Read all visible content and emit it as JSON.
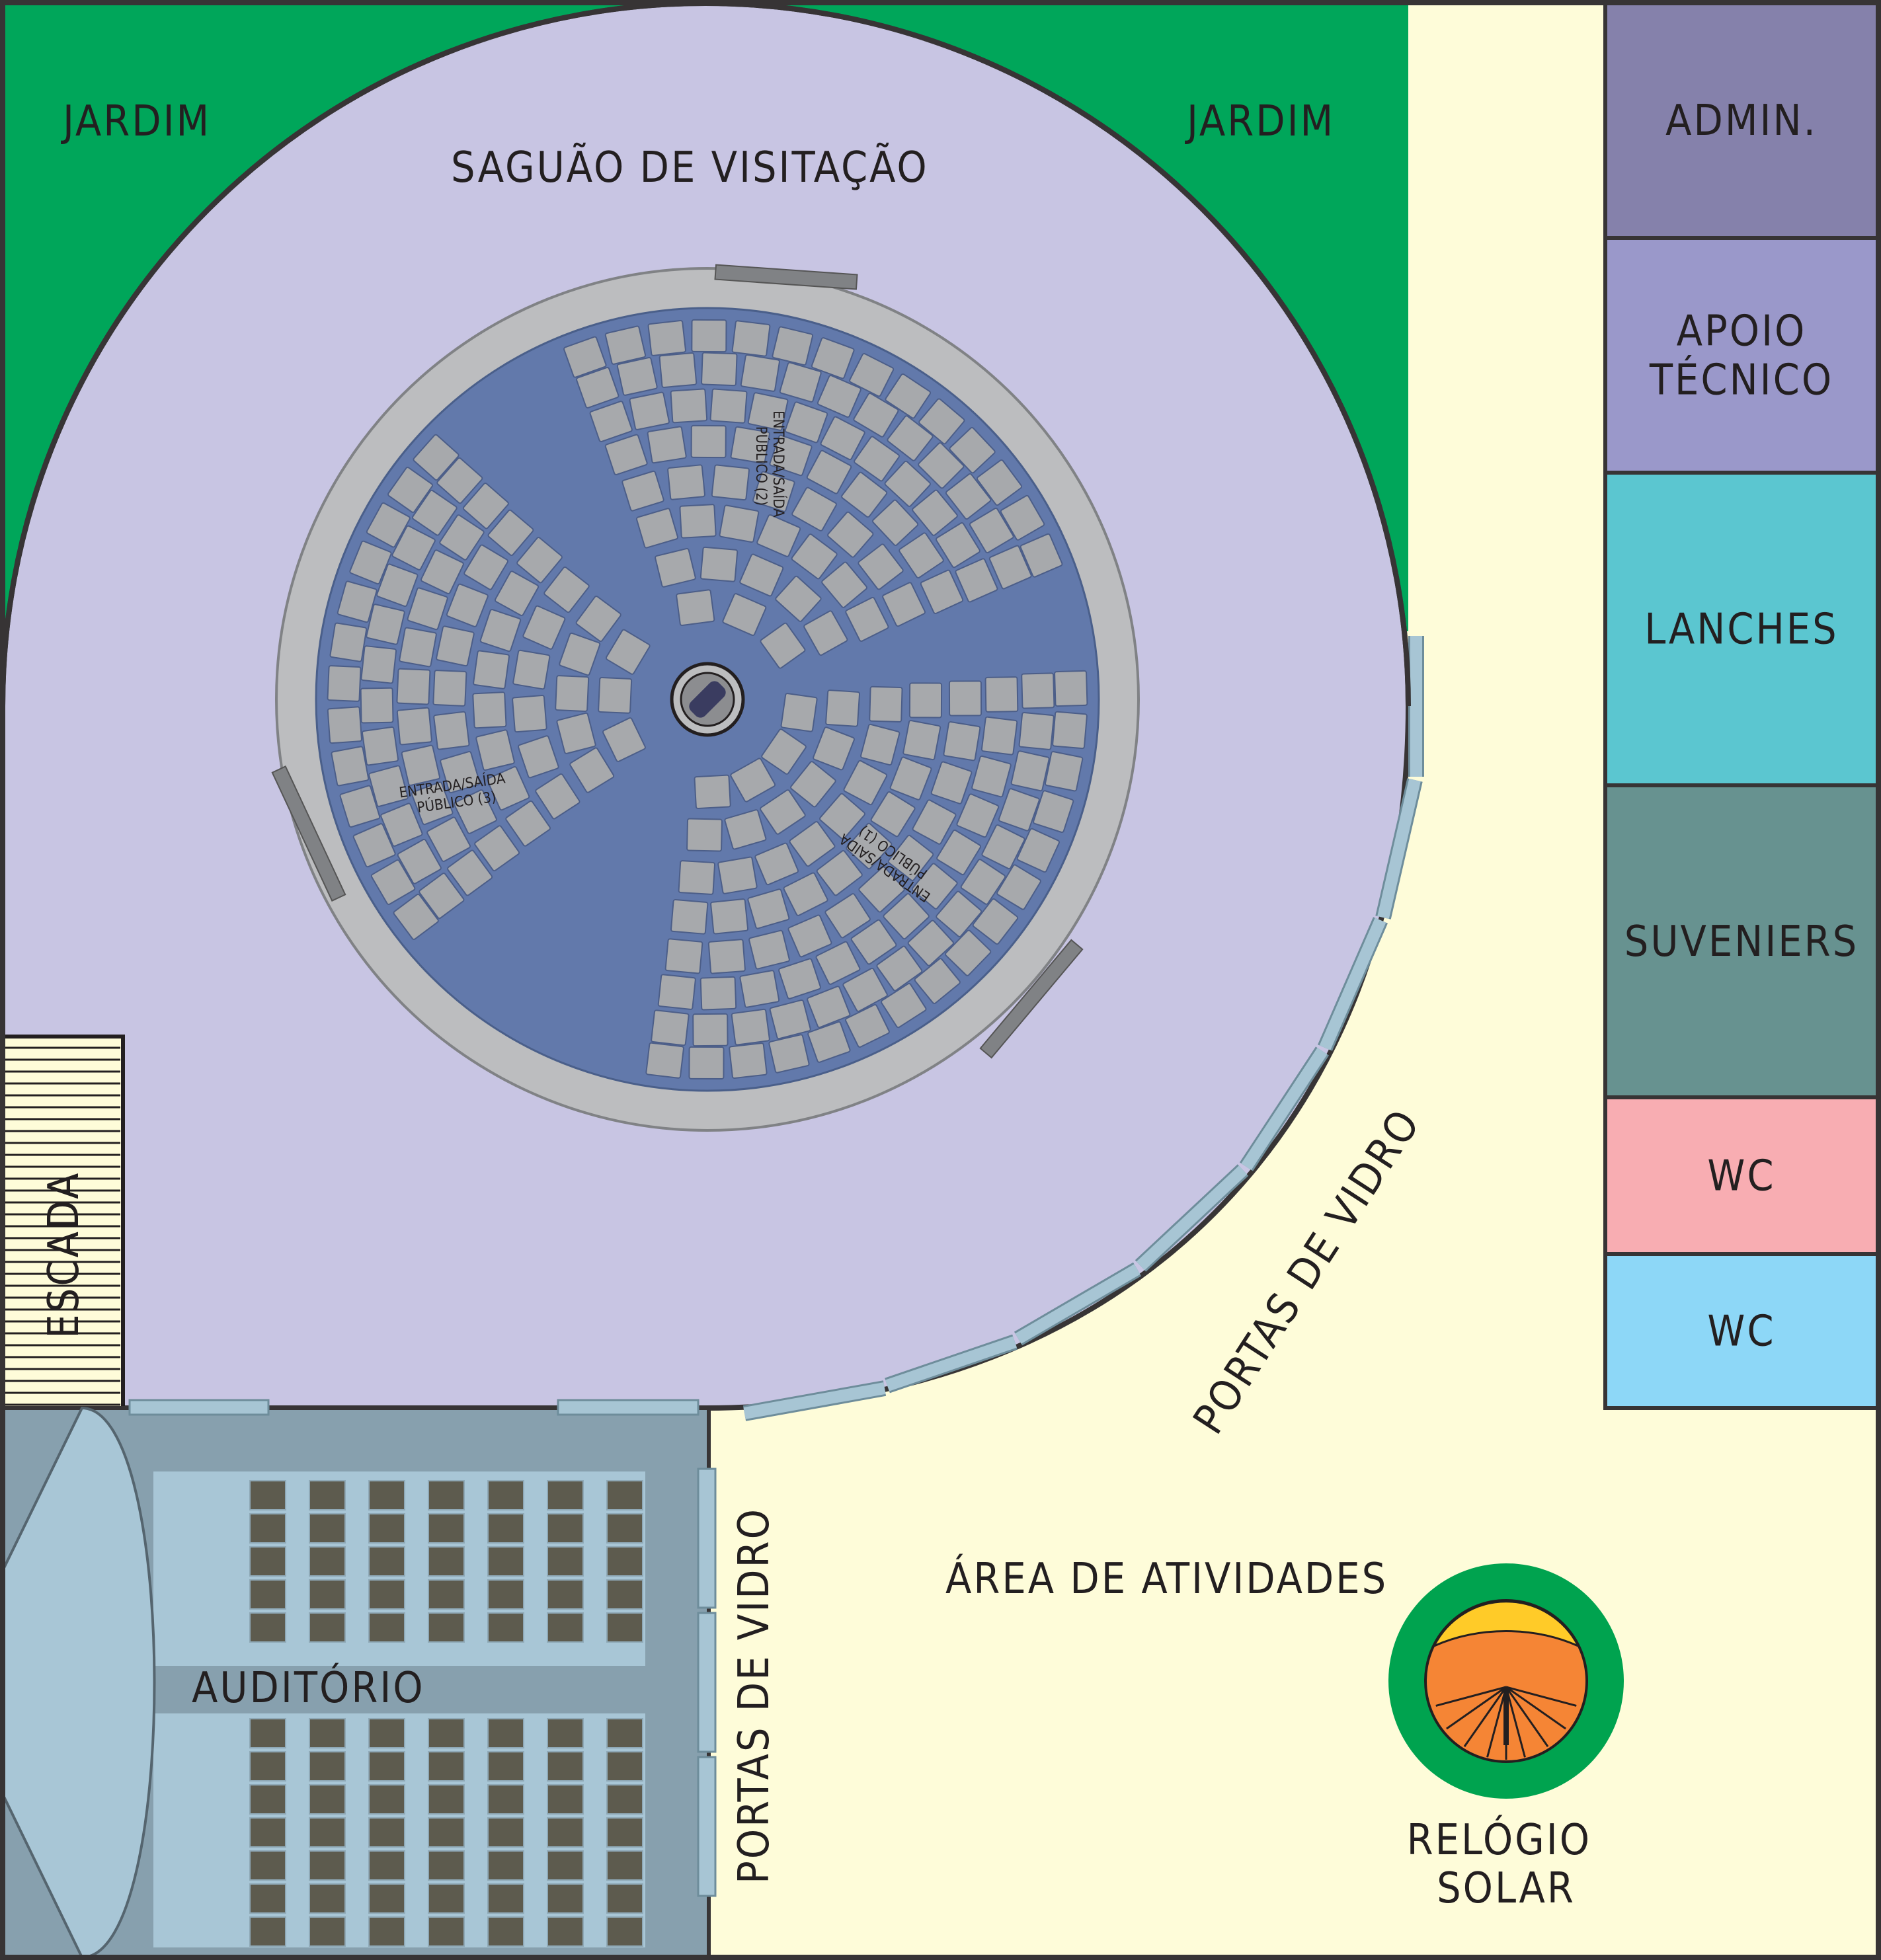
{
  "colors": {
    "outline": "#373435",
    "garden": "#00a65a",
    "hall": "#c8c5e3",
    "activity_area": "#fefcd9",
    "dome_ring": "#bcbdbf",
    "dome_floor": "#6279ab",
    "seat": "#a7a9ac",
    "door_dark": "#808285",
    "glass_door": "#a7c5d4",
    "auditorium_frame": "#87a0ae",
    "auditorium_floor": "#a8c6d6",
    "auditorium_seat": "#5d5b4e",
    "admin": "#8581ab",
    "tech_support": "#9a98ca",
    "snacks": "#5bc6d0",
    "souvenirs": "#679290",
    "wc_pink": "#f8adb2",
    "wc_blue": "#8dd7f7",
    "sundial_ring": "#00a34f",
    "sundial_top": "#ffcb28",
    "sundial_bottom": "#f58535",
    "stairs_fill": "#fefcd9"
  },
  "labels": {
    "garden_left": "JARDIM",
    "garden_right": "JARDIM",
    "hall": "SAGUÃO DE VISITAÇÃO",
    "entrance_1_line1": "ENTRADA/SAÍDA",
    "entrance_1_line2": "PÚBLICO (1)",
    "entrance_2_line1": "ENTRADA/SAÍDA",
    "entrance_2_line2": "PÚBLICO (2)",
    "entrance_3_line1": "ENTRADA/SAÍDA",
    "entrance_3_line2": "PÚBLICO (3)",
    "stairs": "ESCADA",
    "glass_doors_curve": "PORTAS DE VIDRO",
    "glass_doors_auditorium": "PORTAS DE VIDRO",
    "auditorium": "AUDITÓRIO",
    "activity_area": "ÁREA DE ATIVIDADES",
    "sundial_line1": "RELÓGIO",
    "sundial_line2": "SOLAR"
  },
  "rooms": [
    {
      "key": "admin",
      "lines": [
        "ADMIN."
      ],
      "color_key": "admin"
    },
    {
      "key": "tech_support",
      "lines": [
        "APOIO",
        "TÉCNICO"
      ],
      "color_key": "tech_support"
    },
    {
      "key": "snacks",
      "lines": [
        "LANCHES"
      ],
      "color_key": "snacks"
    },
    {
      "key": "souvenirs",
      "lines": [
        "SUVENIERS"
      ],
      "color_key": "souvenirs"
    },
    {
      "key": "wc-1",
      "lines": [
        "WC"
      ],
      "color_key": "wc_pink"
    },
    {
      "key": "wc-2",
      "lines": [
        "WC"
      ],
      "color_key": "wc_blue"
    }
  ]
}
